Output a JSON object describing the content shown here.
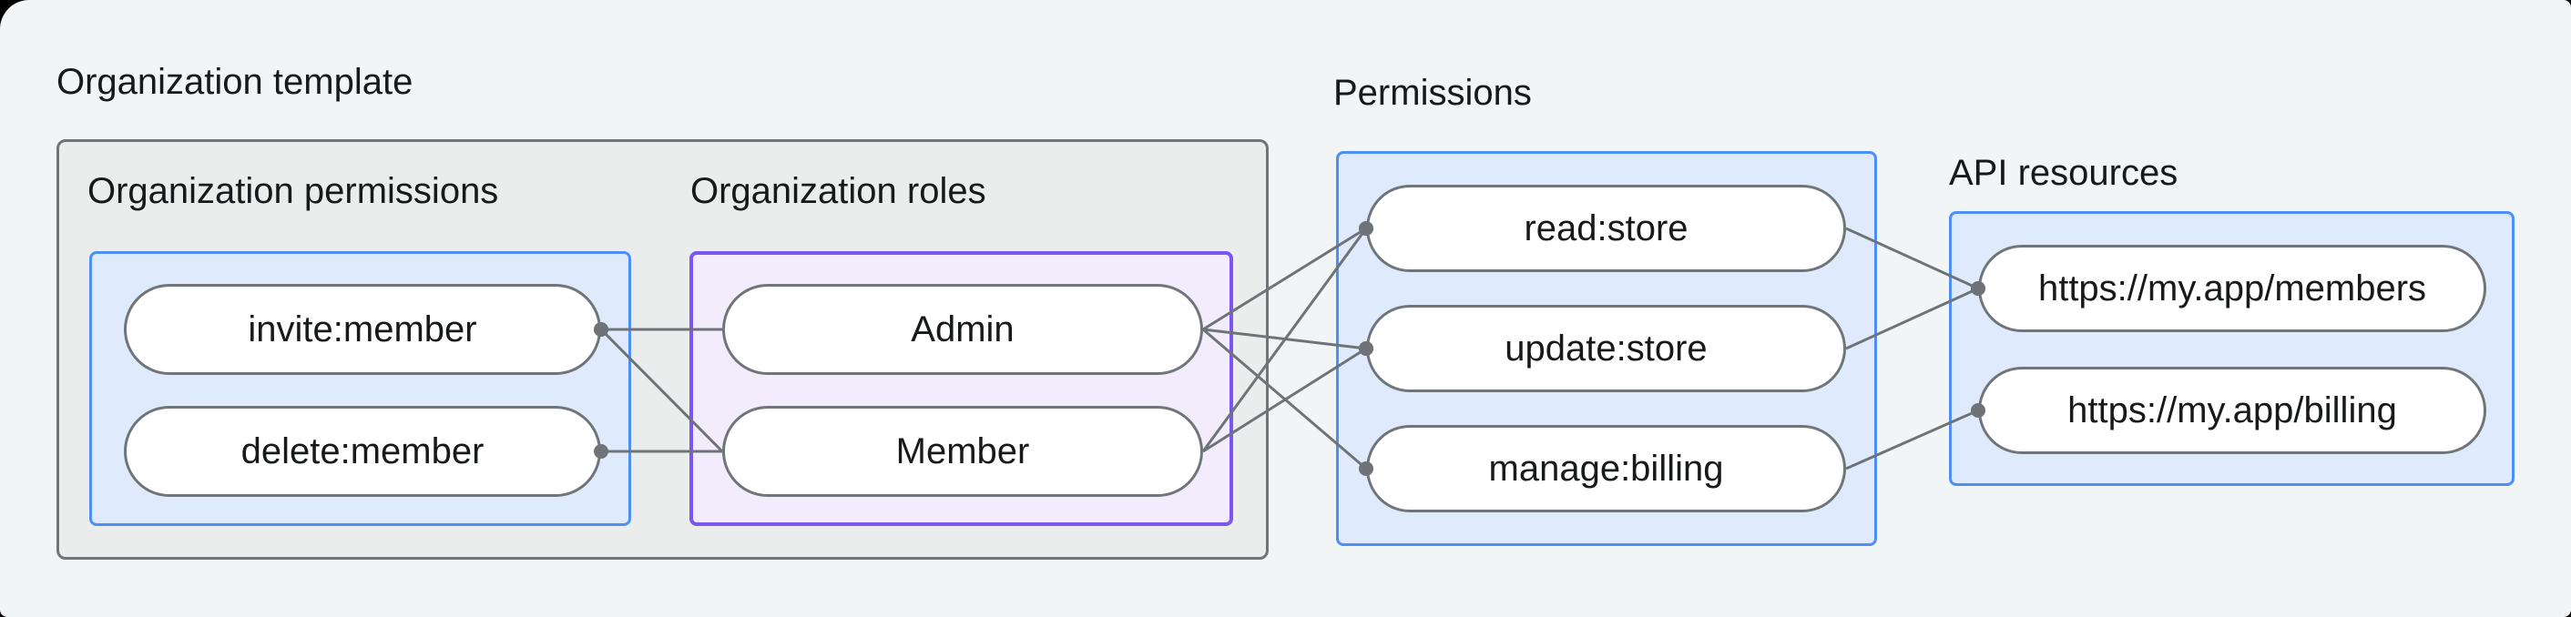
{
  "labels": {
    "org_template": "Organization template",
    "org_permissions": "Organization permissions",
    "org_roles": "Organization roles",
    "permissions": "Permissions",
    "api_resources": "API resources"
  },
  "nodes": {
    "invite": {
      "label": "invite:member"
    },
    "delete": {
      "label": "delete:member"
    },
    "admin": {
      "label": "Admin"
    },
    "member": {
      "label": "Member"
    },
    "read": {
      "label": "read:store"
    },
    "update": {
      "label": "update:store"
    },
    "manage": {
      "label": "manage:billing"
    },
    "members_url": {
      "label": "https://my.app/members"
    },
    "billing_url": {
      "label": "https://my.app/billing"
    }
  },
  "edges": [
    {
      "from": "invite",
      "to": "admin",
      "dot": "start"
    },
    {
      "from": "invite",
      "to": "member",
      "dot": "start"
    },
    {
      "from": "delete",
      "to": "member",
      "dot": "start"
    },
    {
      "from": "admin",
      "to": "read",
      "dot": "end"
    },
    {
      "from": "admin",
      "to": "update",
      "dot": "end"
    },
    {
      "from": "admin",
      "to": "manage",
      "dot": "end"
    },
    {
      "from": "member",
      "to": "read",
      "dot": "end"
    },
    {
      "from": "member",
      "to": "update",
      "dot": "end"
    },
    {
      "from": "read",
      "to": "members_url",
      "dot": "end"
    },
    {
      "from": "update",
      "to": "members_url",
      "dot": "end"
    },
    {
      "from": "manage",
      "to": "billing_url",
      "dot": "end"
    }
  ],
  "style": {
    "accent_blue": "#4E8EF7",
    "accent_purple": "#7A57F3",
    "box_gray_border": "#6F7578",
    "box_gray_fill": "#EBEDED",
    "blue_fill": "#DFEBFC",
    "purple_fill": "#F2ECFD",
    "wire_color": "#6D7377",
    "text_color": "#17191A",
    "page_bg": "#F2F5F5",
    "wire_width": 3,
    "dot_radius": 8
  }
}
